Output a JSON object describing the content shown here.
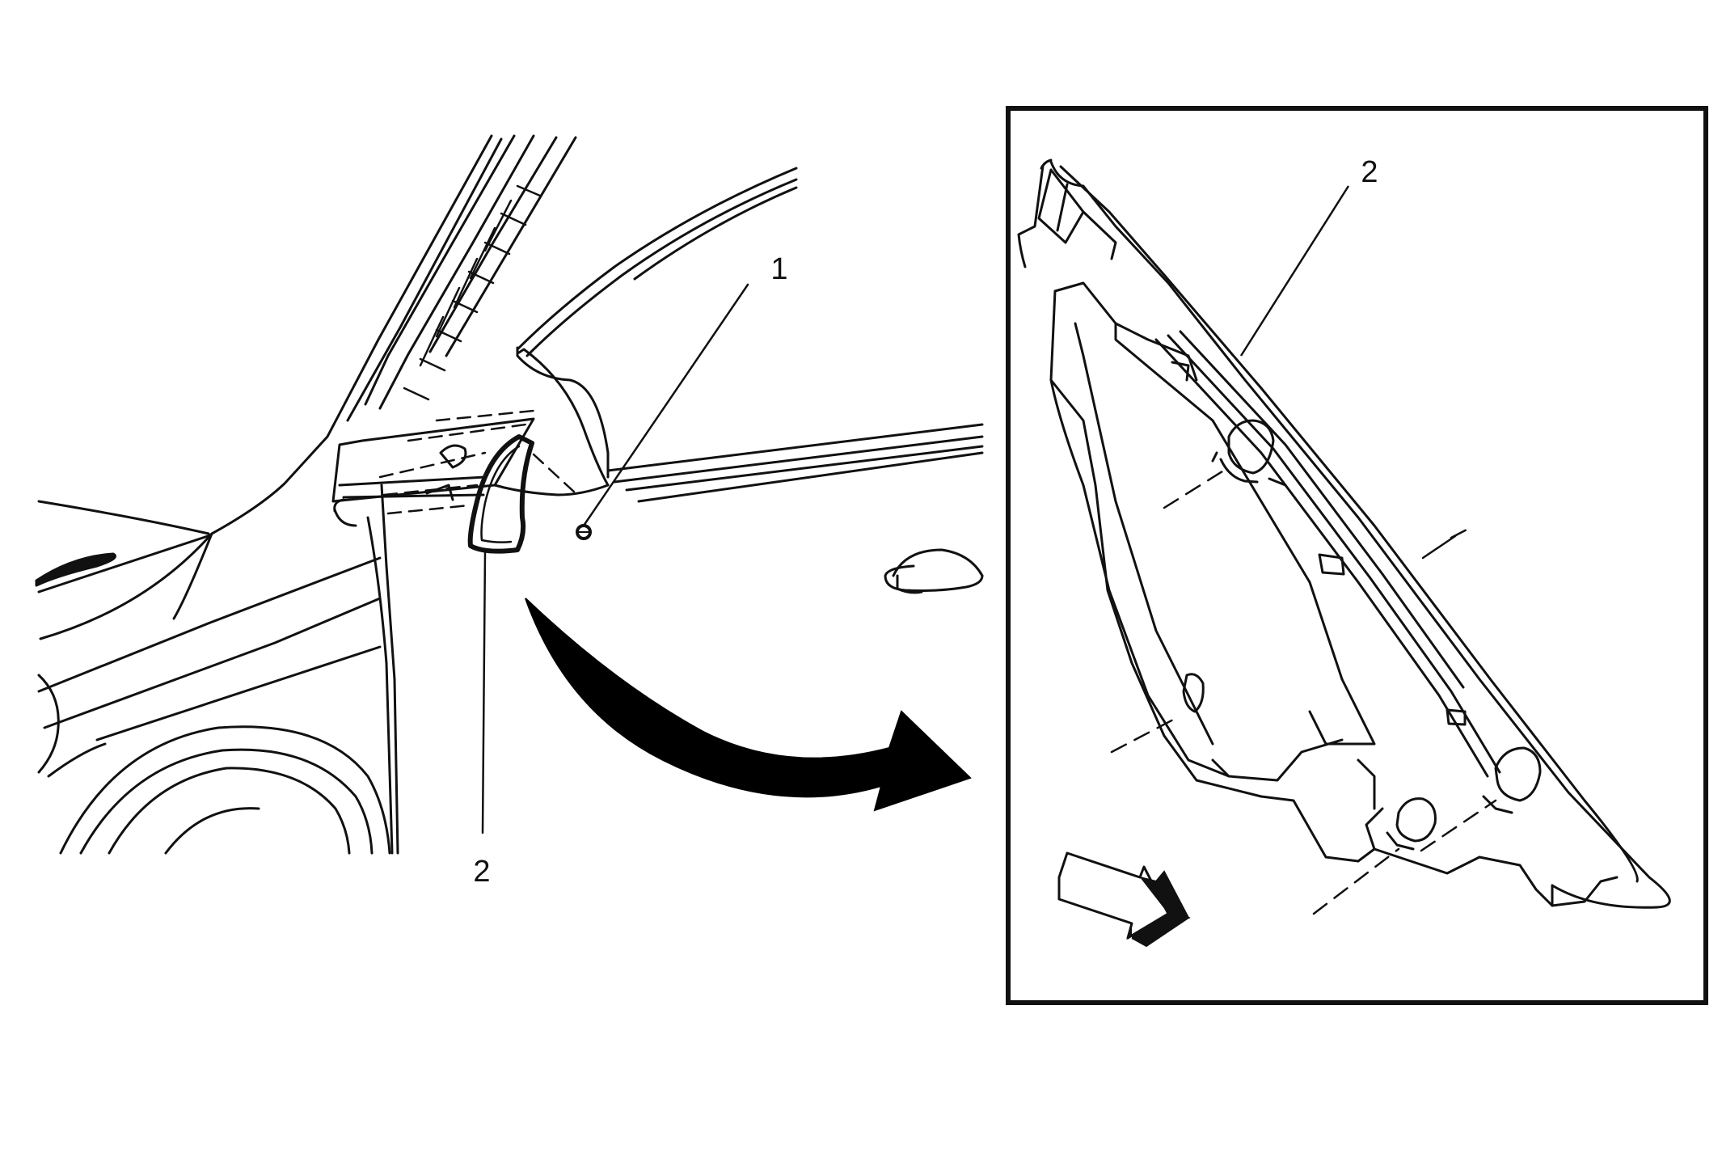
{
  "callouts": {
    "main_fastener": "1",
    "main_trim": "2",
    "detail_trim": "2"
  },
  "colors": {
    "line": "#111111",
    "background": "#ffffff",
    "arrow": "#000000"
  }
}
